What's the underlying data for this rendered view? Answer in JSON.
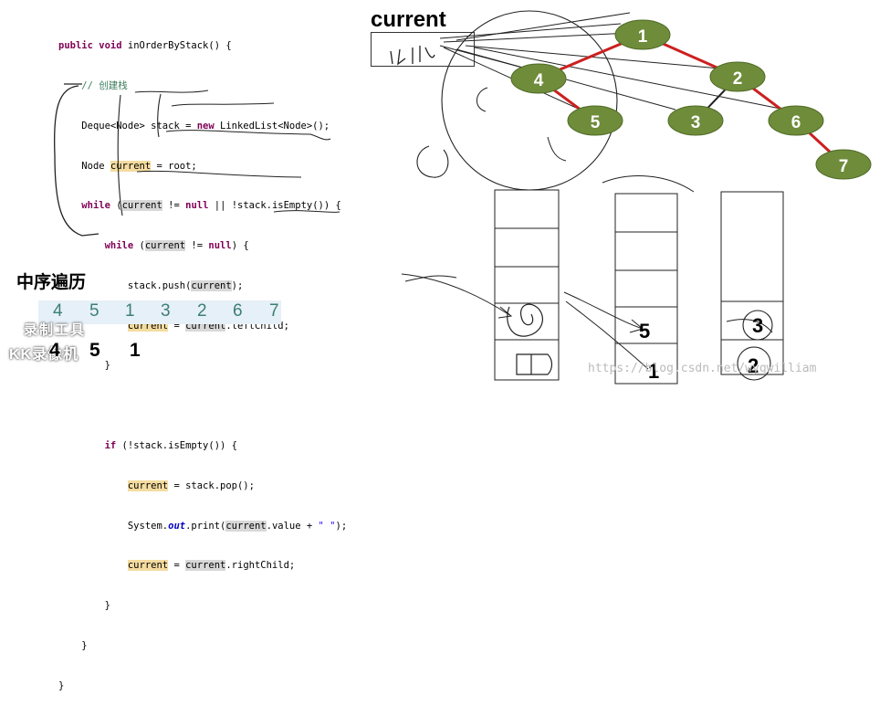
{
  "code": {
    "line1": "public void inOrderByStack() {",
    "comment": "// 创建栈",
    "deque_pre": "Deque<Node> stack = ",
    "deque_new": "new",
    "deque_post": " LinkedList<Node>();",
    "node_pre": "Node ",
    "node_var": "current",
    "node_post": " = root;",
    "while1_kw": "while",
    "while1_a": " (",
    "while1_cur": "current",
    "while1_b": " != ",
    "while1_null": "null",
    "while1_c": " || !stack.isEmpty()) {",
    "while2_kw": "while",
    "while2_a": " (",
    "while2_cur": "current",
    "while2_b": " != ",
    "while2_null": "null",
    "while2_c": ") {",
    "push_pre": "stack.push(",
    "push_cur": "current",
    "push_post": ");",
    "assign1_cur": "current",
    "assign1_mid": " = ",
    "assign1_cur2": "current",
    "assign1_post": ".leftChild;",
    "brace": "}",
    "if_kw": "if",
    "if_rest": " (!stack.isEmpty()) {",
    "pop_cur": "current",
    "pop_post": " = stack.pop();",
    "print_pre": "System.",
    "print_out": "out",
    "print_mid": ".print(",
    "print_cur": "current",
    "print_val": ".value + ",
    "print_str": "\" \"",
    "print_post": ");",
    "assign2_cur": "current",
    "assign2_mid": " = ",
    "assign2_cur2": "current",
    "assign2_post": ".rightChild;"
  },
  "title_inorder": "中序遍历",
  "inorder_result": [
    "4",
    "5",
    "1",
    "3",
    "2",
    "6",
    "7"
  ],
  "output_sketch": [
    "4",
    "5",
    "1"
  ],
  "current_label": "current",
  "tree": {
    "nodes": [
      {
        "id": "1",
        "label": "1"
      },
      {
        "id": "2",
        "label": "2"
      },
      {
        "id": "3",
        "label": "3"
      },
      {
        "id": "4",
        "label": "4"
      },
      {
        "id": "5",
        "label": "5"
      },
      {
        "id": "6",
        "label": "6"
      },
      {
        "id": "7",
        "label": "7"
      }
    ],
    "node_color": "#6e8c3a",
    "edge_color": "#cc2020"
  },
  "stack_labels": {
    "stack2_top": "5",
    "stack2_bottom": "1",
    "stack3_top": "3",
    "stack3_bottom": "2"
  },
  "watermark": {
    "line1": "录制工具",
    "line2": "KK录像机"
  },
  "blog_url": "https://blog.csdn.net/wyqwilliam"
}
